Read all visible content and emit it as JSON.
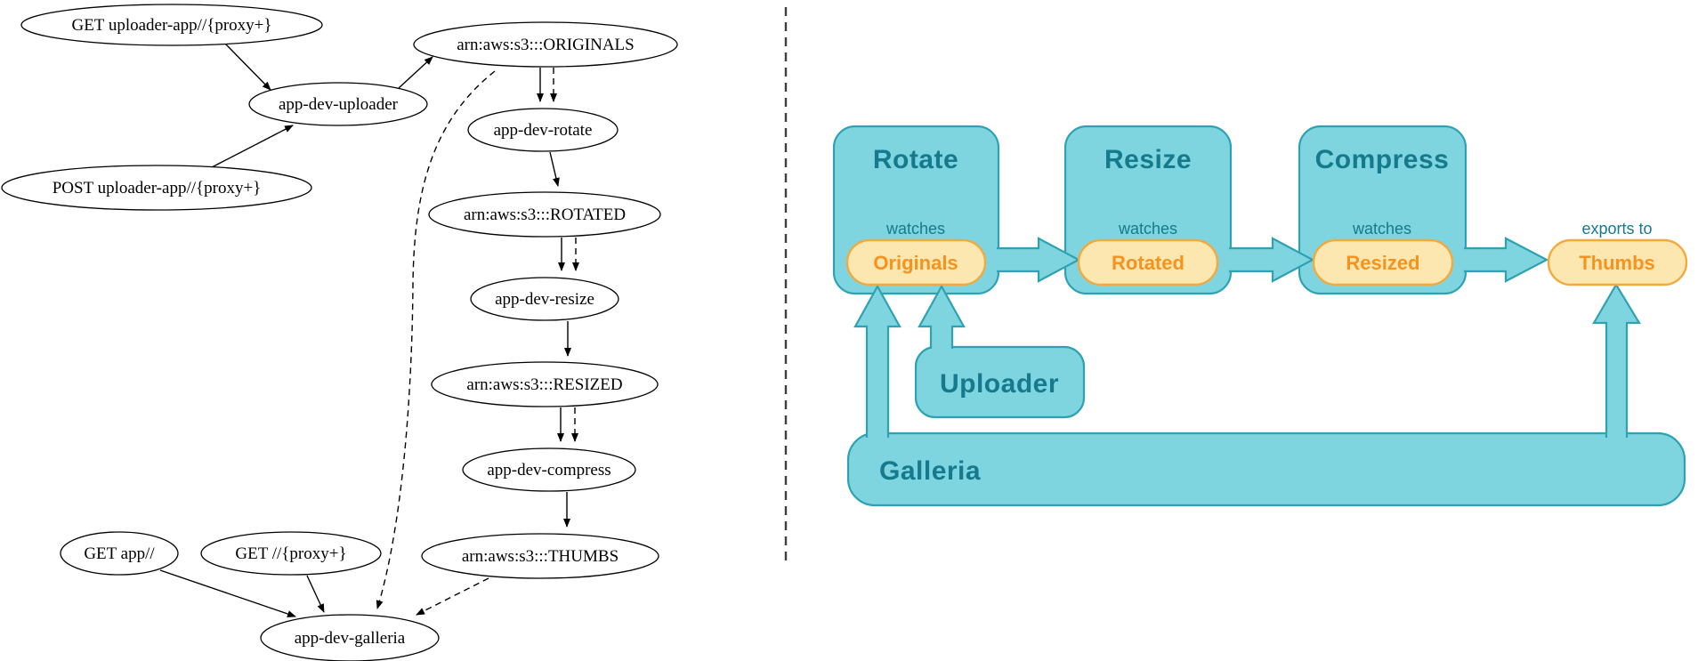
{
  "left_graph": {
    "nodes": [
      {
        "label": "GET uploader-app//{proxy+}"
      },
      {
        "label": "app-dev-uploader"
      },
      {
        "label": "POST uploader-app//{proxy+}"
      },
      {
        "label": "arn:aws:s3:::ORIGINALS"
      },
      {
        "label": "app-dev-rotate"
      },
      {
        "label": "arn:aws:s3:::ROTATED"
      },
      {
        "label": "app-dev-resize"
      },
      {
        "label": "arn:aws:s3:::RESIZED"
      },
      {
        "label": "app-dev-compress"
      },
      {
        "label": "arn:aws:s3:::THUMBS"
      },
      {
        "label": "GET app//"
      },
      {
        "label": "GET //{proxy+}"
      },
      {
        "label": "app-dev-galleria"
      }
    ],
    "edges": [
      {
        "from": "GET uploader-app//{proxy+}",
        "to": "app-dev-uploader",
        "style": "solid"
      },
      {
        "from": "POST uploader-app//{proxy+}",
        "to": "app-dev-uploader",
        "style": "solid"
      },
      {
        "from": "app-dev-uploader",
        "to": "arn:aws:s3:::ORIGINALS",
        "style": "solid"
      },
      {
        "from": "arn:aws:s3:::ORIGINALS",
        "to": "app-dev-rotate",
        "style": "solid"
      },
      {
        "from": "arn:aws:s3:::ORIGINALS",
        "to": "app-dev-rotate",
        "style": "dashed"
      },
      {
        "from": "app-dev-rotate",
        "to": "arn:aws:s3:::ROTATED",
        "style": "solid"
      },
      {
        "from": "arn:aws:s3:::ROTATED",
        "to": "app-dev-resize",
        "style": "solid"
      },
      {
        "from": "arn:aws:s3:::ROTATED",
        "to": "app-dev-resize",
        "style": "dashed"
      },
      {
        "from": "app-dev-resize",
        "to": "arn:aws:s3:::RESIZED",
        "style": "solid"
      },
      {
        "from": "arn:aws:s3:::RESIZED",
        "to": "app-dev-compress",
        "style": "solid"
      },
      {
        "from": "arn:aws:s3:::RESIZED",
        "to": "app-dev-compress",
        "style": "dashed"
      },
      {
        "from": "app-dev-compress",
        "to": "arn:aws:s3:::THUMBS",
        "style": "solid"
      },
      {
        "from": "arn:aws:s3:::ORIGINALS",
        "to": "app-dev-galleria",
        "style": "dashed"
      },
      {
        "from": "arn:aws:s3:::THUMBS",
        "to": "app-dev-galleria",
        "style": "dashed"
      },
      {
        "from": "GET app//",
        "to": "app-dev-galleria",
        "style": "solid"
      },
      {
        "from": "GET //{proxy+}",
        "to": "app-dev-galleria",
        "style": "solid"
      }
    ]
  },
  "right_diagram": {
    "services": [
      {
        "title": "Rotate",
        "relation": "watches",
        "bucket": "Originals"
      },
      {
        "title": "Resize",
        "relation": "watches",
        "bucket": "Rotated"
      },
      {
        "title": "Compress",
        "relation": "watches",
        "bucket": "Resized"
      }
    ],
    "export_target": {
      "relation": "exports to",
      "bucket": "Thumbs"
    },
    "uploader_title": "Uploader",
    "galleria_title": "Galleria",
    "colors": {
      "box_fill": "#7ED5DF",
      "box_stroke": "#2EA2B3",
      "teal_text": "#157A8D",
      "pill_fill": "#FCE7B0",
      "pill_stroke": "#F3A93C",
      "pill_text": "#F6921E",
      "graph_stroke": "#000000",
      "separator": "#3f3f3f"
    }
  }
}
